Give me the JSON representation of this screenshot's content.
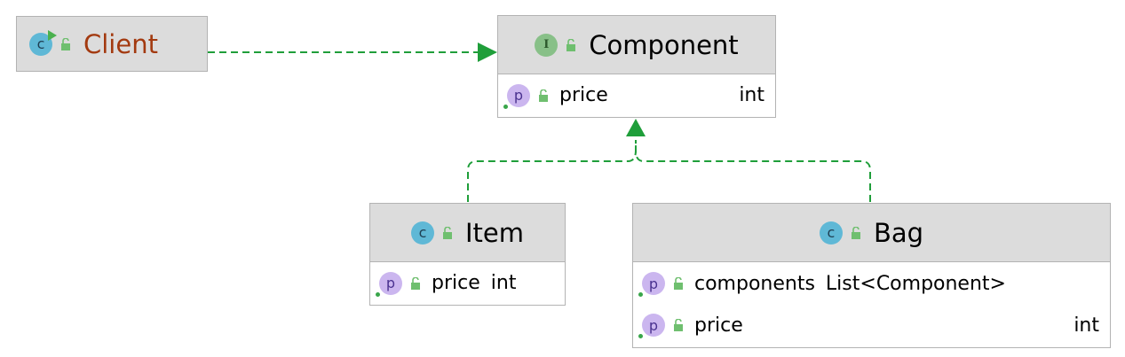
{
  "diagram": {
    "classes": {
      "client": {
        "name": "Client",
        "kind": "class"
      },
      "component": {
        "name": "Component",
        "kind": "interface",
        "fields": [
          {
            "name": "price",
            "type": "int"
          }
        ]
      },
      "item": {
        "name": "Item",
        "kind": "class",
        "fields": [
          {
            "name": "price",
            "type": "int"
          }
        ]
      },
      "bag": {
        "name": "Bag",
        "kind": "class",
        "fields": [
          {
            "name": "components",
            "type": "List<Component>"
          },
          {
            "name": "price",
            "type": "int"
          }
        ]
      }
    },
    "badges": {
      "class_letter": "c",
      "interface_letter": "I",
      "property_letter": "p"
    },
    "icons": {
      "class": "class-icon",
      "interface": "interface-icon",
      "property": "property-icon",
      "visibility": "public-lock-icon",
      "runnable": "run-arrow-icon"
    },
    "relations": [
      {
        "from": "client",
        "to": "component",
        "type": "dependency"
      },
      {
        "from": "item",
        "to": "component",
        "type": "implements"
      },
      {
        "from": "bag",
        "to": "component",
        "type": "implements"
      }
    ],
    "colors": {
      "header_bg": "#dcdcdc",
      "border": "#b3b3b3",
      "edge": "#1f9e3a",
      "client_name": "#a33a10",
      "class_badge": "#5fb8d6",
      "interface_badge": "#88c088",
      "property_badge": "#cbb6ef",
      "lock": "#6fbf6f"
    }
  }
}
